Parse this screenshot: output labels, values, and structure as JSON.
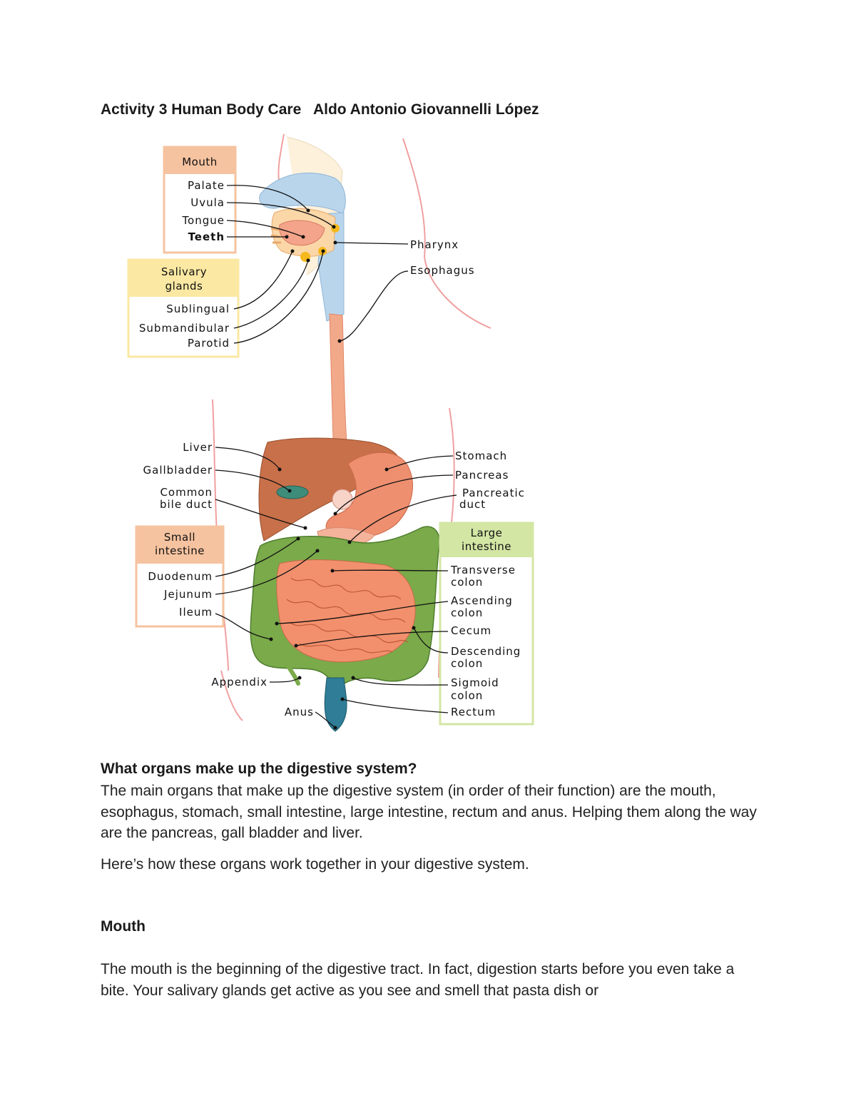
{
  "doc": {
    "title": "Activity 3 Human Body Care   Aldo Antonio Giovannelli López",
    "question": "What organs make up the digestive system?",
    "paragraph1": "The main organs that make up the digestive system (in order of their function) are the mouth, esophagus, stomach, small intestine, large intestine, rectum and anus. Helping them along the way are the pancreas, gall bladder and liver.",
    "paragraph2": "Here’s how these organs work together in your digestive system.",
    "section_heading": "Mouth",
    "paragraph3": "The mouth is the beginning of the digestive tract. In fact, digestion starts before you even take a bite. Your salivary glands get active as you see and smell that pasta dish or"
  },
  "diagram": {
    "mouth_group": {
      "header": "Mouth",
      "items": [
        "Palate",
        "Uvula",
        "Tongue",
        "Teeth"
      ]
    },
    "salivary_group": {
      "header_line1": "Salivary",
      "header_line2": "glands",
      "items": [
        "Sublingual",
        "Submandibular",
        "Parotid"
      ]
    },
    "pharynx": "Pharynx",
    "esophagus": "Esophagus",
    "liver": "Liver",
    "gallbladder": "Gallbladder",
    "common_bile_duct_line1": "Common",
    "common_bile_duct_line2": "bile duct",
    "stomach": "Stomach",
    "pancreas": "Pancreas",
    "pancreatic_duct_line1": "Pancreatic",
    "pancreatic_duct_line2": "duct",
    "small_intestine_group": {
      "header_line1": "Small",
      "header_line2": "intestine",
      "items": [
        "Duodenum",
        "Jejunum",
        "Ileum"
      ]
    },
    "large_intestine_group": {
      "header_line1": "Large",
      "header_line2": "intestine",
      "transverse_line1": "Transverse",
      "transverse_line2": "colon",
      "ascending_line1": "Ascending",
      "ascending_line2": "colon",
      "cecum": "Cecum",
      "descending_line1": "Descending",
      "descending_line2": "colon",
      "sigmoid_line1": "Sigmoid",
      "sigmoid_line2": "colon",
      "rectum": "Rectum"
    },
    "appendix": "Appendix",
    "anus": "Anus",
    "colors": {
      "mouth_box": "#f6c3a0",
      "salivary_box": "#fbe8a2",
      "small_intestine_box": "#f6c3a0",
      "large_intestine_box": "#d3e6a4",
      "liver": "#c8704a",
      "stomach": "#ee8f70",
      "intestine": "#f2906d",
      "colon": "#7aaa4a",
      "esophagus": "#f2a98a",
      "nasal": "#b9d5ec",
      "body_outline": "#f0a0a0",
      "rectum": "#2f7d96"
    }
  }
}
